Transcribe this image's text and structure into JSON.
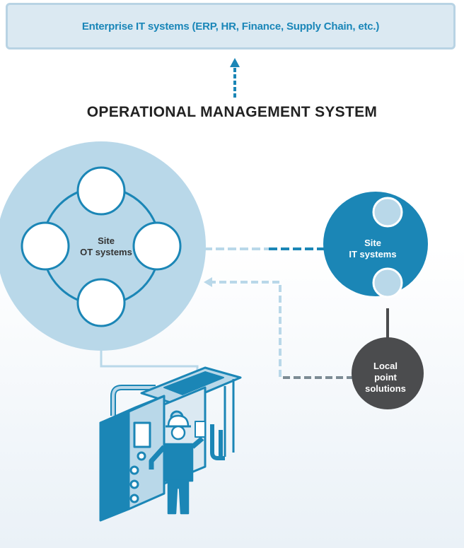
{
  "enterprise": {
    "label": "Enterprise IT systems (ERP, HR, Finance, Supply Chain, etc.)"
  },
  "oms": {
    "title": "OPERATIONAL MANAGEMENT SYSTEM"
  },
  "site_ot": {
    "label_line1": "Site",
    "label_line2": "OT systems"
  },
  "site_it": {
    "label_line1": "Site",
    "label_line2": "IT systems"
  },
  "local": {
    "label_line1": "Local",
    "label_line2": "point",
    "label_line3": "solutions"
  },
  "colors": {
    "light_blue": "#b9d8e9",
    "dark_blue": "#1b86b6",
    "dark_gray": "#4b4c4e",
    "title_blue": "#1a86b8"
  },
  "icons": {
    "worker": "worker-with-tablet-icon",
    "machine": "industrial-machine-icon"
  }
}
